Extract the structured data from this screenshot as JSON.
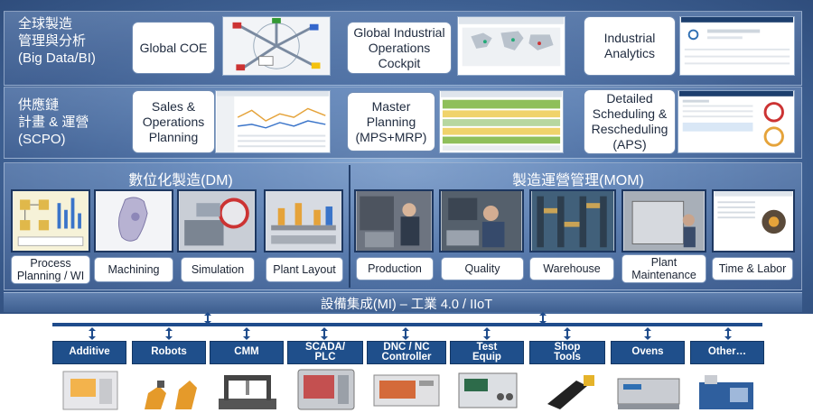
{
  "rows": {
    "big_data": {
      "title": "全球製造\n管理與分析\n(Big Data/BI)",
      "items": [
        {
          "label": "Global COE"
        },
        {
          "label": "Global Industrial\nOperations\nCockpit"
        },
        {
          "label": "Industrial\nAnalytics"
        }
      ]
    },
    "scpo": {
      "title": "供應鏈\n計畫 & 運營\n(SCPO)",
      "items": [
        {
          "label": "Sales &\nOperations\nPlanning"
        },
        {
          "label": "Master\nPlanning\n(MPS+MRP)"
        },
        {
          "label": "Detailed\nScheduling &\nRescheduling\n(APS)"
        }
      ]
    }
  },
  "dm": {
    "header": "數位化製造(DM)",
    "items": [
      {
        "label": "Process\nPlanning / WI"
      },
      {
        "label": "Machining"
      },
      {
        "label": "Simulation"
      },
      {
        "label": "Plant Layout"
      }
    ]
  },
  "mom": {
    "header": "製造運營管理(MOM)",
    "items": [
      {
        "label": "Production"
      },
      {
        "label": "Quality"
      },
      {
        "label": "Warehouse"
      },
      {
        "label": "Plant\nMaintenance"
      },
      {
        "label": "Time & Labor"
      }
    ]
  },
  "mi": {
    "label": "設備集成(MI) – 工業 4.0 / IIoT"
  },
  "devices": [
    {
      "label": "Additive"
    },
    {
      "label": "Robots"
    },
    {
      "label": "CMM"
    },
    {
      "label": "SCADA/\nPLC"
    },
    {
      "label": "DNC / NC\nController"
    },
    {
      "label": "Test\nEquip"
    },
    {
      "label": "Shop\nTools"
    },
    {
      "label": "Ovens"
    },
    {
      "label": "Other…"
    }
  ],
  "colors": {
    "bus": "#1f4c8c",
    "device_box": "#1f4f8b",
    "band": "#4c6fa3"
  }
}
